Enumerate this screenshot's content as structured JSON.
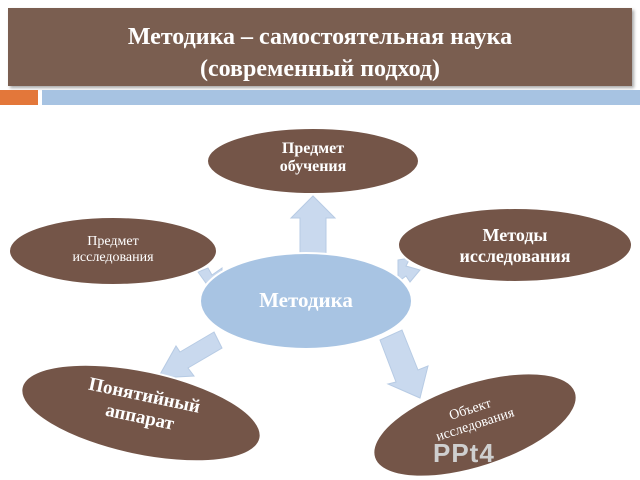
{
  "slide": {
    "title_line1": "Методика – самостоятельная наука",
    "title_line2": "(современный подход)"
  },
  "diagram": {
    "center": "Методика",
    "node_top": [
      "Предмет",
      "обучения"
    ],
    "node_right": [
      "Методы",
      "исследования"
    ],
    "node_left": [
      "Предмет",
      "исследования"
    ],
    "node_bottom_left": [
      "Понятийный",
      "аппарат"
    ],
    "node_bottom_right": [
      "Объект",
      "исследования"
    ]
  },
  "watermark": "PPt4",
  "colors": {
    "title_bar": "#7a5e50",
    "node_brown": "#745548",
    "center_blue": "#a8c4e3",
    "arrow_blue": "#c9d9ee",
    "accent_orange": "#e3773a",
    "accent_blue": "#a7c3e2"
  }
}
